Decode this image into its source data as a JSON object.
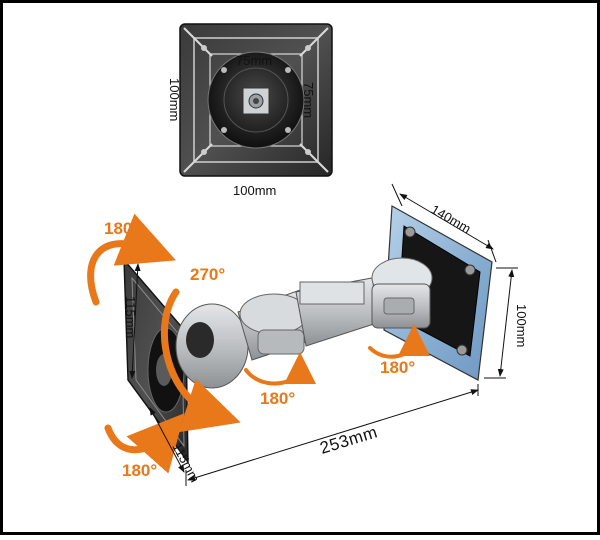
{
  "plate_view": {
    "label_inner_75_horizontal": "75mm",
    "label_inner_75_vertical": "75mm",
    "label_outer_100_vertical": "100mm",
    "label_outer_100_horizontal": "100mm"
  },
  "arm_view": {
    "rotation_top_left": "180°",
    "rotation_joint_main": "270°",
    "rotation_joint_lower": "180°",
    "rotation_joint_right": "180°",
    "rotation_bottom_left": "180°",
    "dim_width_right": "140mm",
    "dim_height_right": "100mm",
    "dim_left_height": "115mm",
    "dim_left_width": "115mm",
    "dim_length": "253mm"
  },
  "colors": {
    "accent_orange": "#e8781a",
    "frame": "#000000",
    "plate_dark": "#2a2a2a",
    "arm_silver": "#c9ccce",
    "wall_plate_blue": "#8fb4d6"
  }
}
